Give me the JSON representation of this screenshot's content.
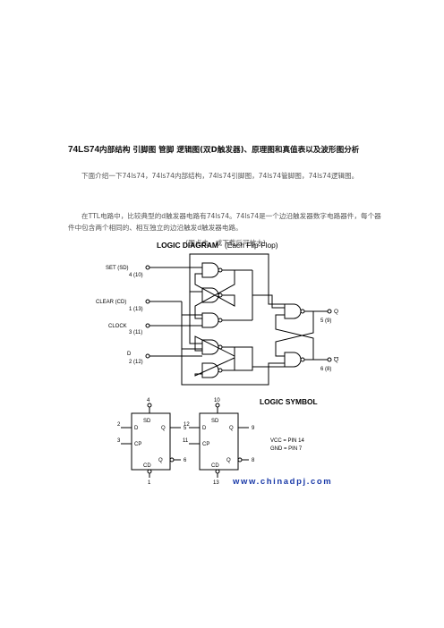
{
  "article": {
    "title_code": "74LS74",
    "title_rest": "内部结构 引脚图 管脚 逻辑图(双D触发器)、原理图和真值表以及波形图分析",
    "para1": "下面介绍一下74ls74，74ls74内部结构，74ls74引脚图，74ls74管脚图，74ls74逻辑图。",
    "para2": "在TTL电路中，比较典型的d触发器电路有74ls74。74ls74是一个边沿触发器数字电路器件，每个器件中包含两个相同的、相互独立的边沿触发d触发器电路。",
    "caption": "(图点击，或下载后可放大)"
  },
  "figure": {
    "logic_diagram_title": "LOGIC DIAGRAM",
    "logic_diagram_subtitle": "(Each Flip-Flop)",
    "inputs": {
      "set": "SET (SD)",
      "set_pin": "4 (10)",
      "clear": "CLEAR (CD)",
      "clear_pin": "1 (13)",
      "clock": "CLOCK",
      "clock_pin": "3 (11)",
      "d": "D",
      "d_pin": "2 (12)"
    },
    "outputs": {
      "q": "Q",
      "q_pin": "5 (9)",
      "qbar": "Q",
      "qbar_pin": "6 (8)"
    },
    "logic_symbol_title": "LOGIC SYMBOL",
    "symbol1": {
      "top_pin": "4",
      "sd": "SD",
      "d_pin": "2",
      "d": "D",
      "q": "Q",
      "q_pin": "5",
      "cp_pin": "3",
      "cp": "CP",
      "qbar": "Q",
      "qbar_pin": "6",
      "cd": "CD",
      "bottom_pin": "1"
    },
    "symbol2": {
      "top_pin": "10",
      "sd": "SD",
      "d_pin": "12",
      "d": "D",
      "q": "Q",
      "q_pin": "9",
      "cp_pin": "11",
      "cp": "CP",
      "qbar": "Q",
      "qbar_pin": "8",
      "cd": "CD",
      "bottom_pin": "13"
    },
    "vcc": "VCC = PIN 14",
    "gnd": "GND = PIN 7",
    "watermark": "www.chinadpj.com"
  }
}
